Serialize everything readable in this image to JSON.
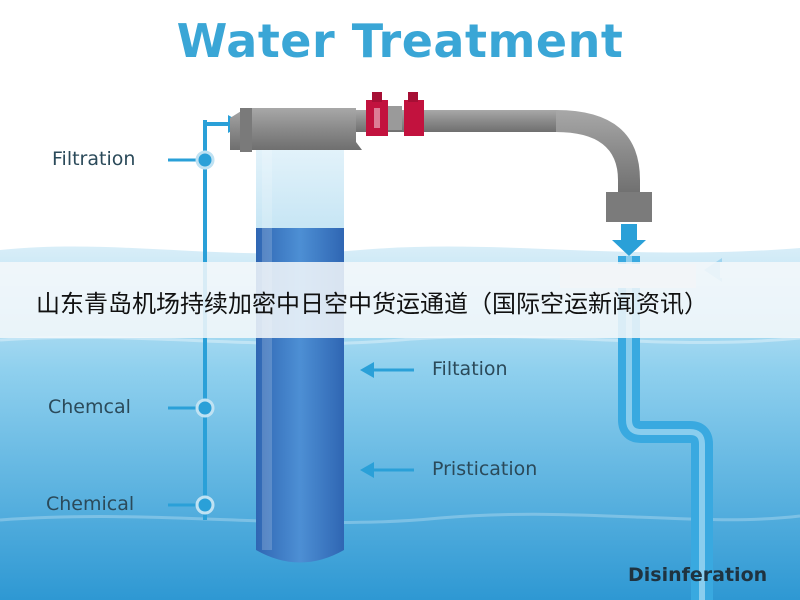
{
  "title": "Water Treatment",
  "left_labels": [
    "Filtration",
    "Chemcal",
    "Chemical"
  ],
  "inline_labels": [
    "Filtation",
    "Pristication"
  ],
  "bottom_label": "Disinferation",
  "banner_text": "山东青岛机场持续加密中日空中货运通道（国际空运新闻资讯）",
  "colors": {
    "title": "#3aa6d6",
    "water_light": "#cfe8f5",
    "water_mid": "#6bbde6",
    "water_deep": "#2f9bd6",
    "pipe_gray": "#8c8c8c",
    "valve_red": "#c2123e",
    "line_blue": "#2aa0d8",
    "tube_blue": "#3f7fc9"
  },
  "icons": [
    "arrow-right-icon",
    "arrow-left-icon",
    "arrow-down-icon",
    "valve-icon"
  ]
}
